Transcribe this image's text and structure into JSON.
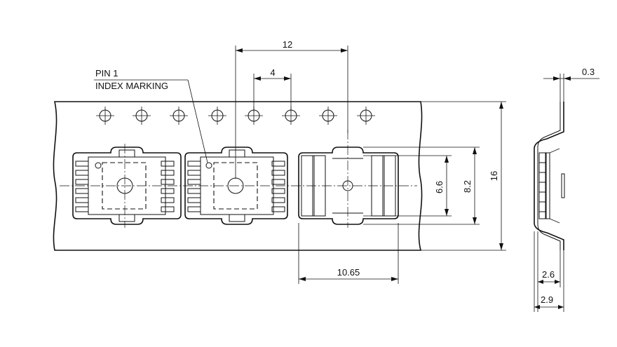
{
  "annotations": {
    "pin1_line1": "PIN 1",
    "pin1_line2": "INDEX MARKING"
  },
  "dimensions": {
    "pocket_pitch": "12",
    "hole_pitch": "4",
    "inner_height": "6.6",
    "outer_height": "8.2",
    "tape_width": "16",
    "pocket_length": "10.65",
    "tape_thickness": "0.3",
    "pocket_depth": "2.6",
    "total_depth": "2.9"
  }
}
